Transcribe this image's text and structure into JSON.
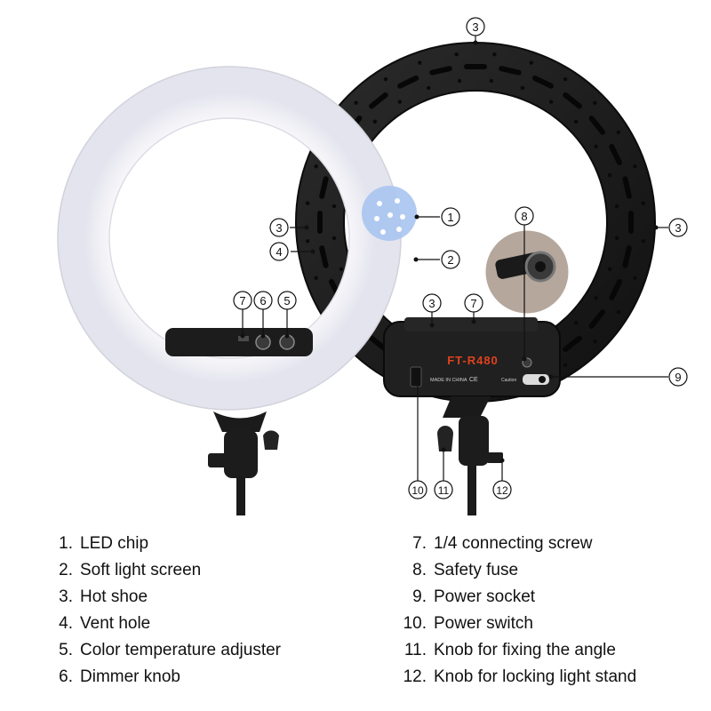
{
  "device": {
    "model_label": "FT-R480",
    "made_in": "MADE IN CHINA",
    "ce_mark": "CE",
    "caution": "Caution"
  },
  "callouts": {
    "c1": "1",
    "c2": "2",
    "c3": "3",
    "c4": "4",
    "c5": "5",
    "c6": "6",
    "c7": "7",
    "c8": "8",
    "c9": "9",
    "c10": "10",
    "c11": "11",
    "c12": "12"
  },
  "legend": {
    "left": [
      {
        "num": "1.",
        "label": "LED chip"
      },
      {
        "num": "2.",
        "label": "Soft light screen"
      },
      {
        "num": "3.",
        "label": "Hot shoe"
      },
      {
        "num": "4.",
        "label": "Vent hole"
      },
      {
        "num": "5.",
        "label": "Color temperature adjuster"
      },
      {
        "num": "6.",
        "label": "Dimmer knob"
      }
    ],
    "right": [
      {
        "num": "7.",
        "label": "1/4 connecting screw"
      },
      {
        "num": "8.",
        "label": "Safety fuse"
      },
      {
        "num": "9.",
        "label": "Power socket"
      },
      {
        "num": "10.",
        "label": "Power switch"
      },
      {
        "num": "11.",
        "label": "Knob for fixing the angle"
      },
      {
        "num": "12.",
        "label": "Knob for locking light stand"
      }
    ]
  },
  "colors": {
    "ring_front": "#f4f4ff",
    "ring_back": "#1e1e1e",
    "model_label": "#e0421c",
    "callout_line": "#111111"
  }
}
